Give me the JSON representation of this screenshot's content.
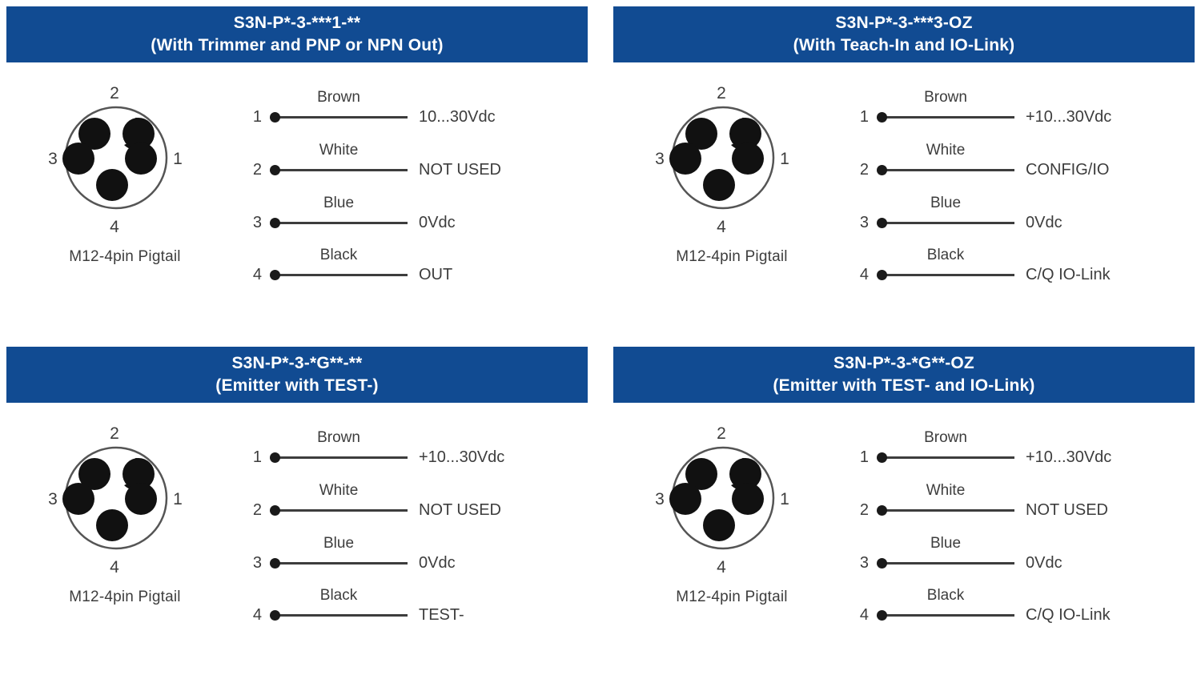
{
  "page": {
    "background": "#ffffff",
    "header_color": "#114b92",
    "text_color": "#3d3d3d"
  },
  "panels": [
    {
      "title": "S3N-P*-3-***1-**",
      "subtitle": "(With Trimmer and PNP or NPN Out)",
      "connector_label": "M12-4pin Pigtail",
      "connector_pins": [
        "1",
        "2",
        "3",
        "4"
      ],
      "rows": [
        {
          "pin": "1",
          "color": "Brown",
          "function": "10...30Vdc"
        },
        {
          "pin": "2",
          "color": "White",
          "function": "NOT USED"
        },
        {
          "pin": "3",
          "color": "Blue",
          "function": "0Vdc"
        },
        {
          "pin": "4",
          "color": "Black",
          "function": "OUT"
        }
      ]
    },
    {
      "title": "S3N-P*-3-***3-OZ",
      "subtitle": "(With Teach-In and IO-Link)",
      "connector_label": "M12-4pin Pigtail",
      "connector_pins": [
        "1",
        "2",
        "3",
        "4"
      ],
      "rows": [
        {
          "pin": "1",
          "color": "Brown",
          "function": "+10...30Vdc"
        },
        {
          "pin": "2",
          "color": "White",
          "function": "CONFIG/IO"
        },
        {
          "pin": "3",
          "color": "Blue",
          "function": "0Vdc"
        },
        {
          "pin": "4",
          "color": "Black",
          "function": "C/Q IO-Link"
        }
      ]
    },
    {
      "title": "S3N-P*-3-*G**-**",
      "subtitle": "(Emitter with TEST-)",
      "connector_label": "M12-4pin Pigtail",
      "connector_pins": [
        "1",
        "2",
        "3",
        "4"
      ],
      "rows": [
        {
          "pin": "1",
          "color": "Brown",
          "function": "+10...30Vdc"
        },
        {
          "pin": "2",
          "color": "White",
          "function": "NOT USED"
        },
        {
          "pin": "3",
          "color": "Blue",
          "function": "0Vdc"
        },
        {
          "pin": "4",
          "color": "Black",
          "function": "TEST-"
        }
      ]
    },
    {
      "title": "S3N-P*-3-*G**-OZ",
      "subtitle": "(Emitter with TEST- and IO-Link)",
      "connector_label": "M12-4pin Pigtail",
      "connector_pins": [
        "1",
        "2",
        "3",
        "4"
      ],
      "rows": [
        {
          "pin": "1",
          "color": "Brown",
          "function": "+10...30Vdc"
        },
        {
          "pin": "2",
          "color": "White",
          "function": "NOT USED"
        },
        {
          "pin": "3",
          "color": "Blue",
          "function": "0Vdc"
        },
        {
          "pin": "4",
          "color": "Black",
          "function": "C/Q IO-Link"
        }
      ]
    }
  ]
}
